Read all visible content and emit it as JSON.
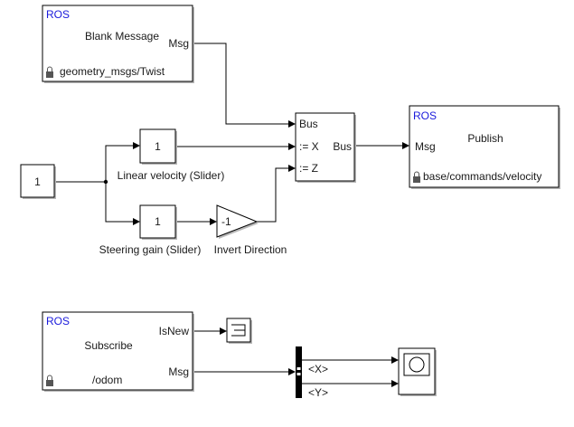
{
  "blank_message": {
    "header": "ROS",
    "title": "Blank Message",
    "port_out": "Msg",
    "type": "geometry_msgs/Twist",
    "icon": "lock-icon"
  },
  "constant": {
    "value": "1"
  },
  "linear_slider": {
    "value": "1",
    "label": "Linear velocity (Slider)"
  },
  "steering_slider": {
    "value": "1",
    "label": "Steering gain (Slider)"
  },
  "gain": {
    "value": "-1",
    "label": "Invert Direction"
  },
  "bus_assignment": {
    "in_bus": "Bus",
    "in_x": ":= X",
    "in_z": ":= Z",
    "out": "Bus"
  },
  "publish": {
    "header": "ROS",
    "title": "Publish",
    "port_in": "Msg",
    "topic": "base/commands/velocity",
    "icon": "lock-icon"
  },
  "subscribe": {
    "header": "ROS",
    "title": "Subscribe",
    "port_isnew": "IsNew",
    "port_msg": "Msg",
    "topic": "/odom",
    "icon": "lock-icon"
  },
  "bus_selector": {
    "out_x": "<X>",
    "out_y": "<Y>"
  },
  "terminator": {
    "icon": "terminator-icon"
  },
  "scope": {
    "icon": "scope-icon"
  }
}
